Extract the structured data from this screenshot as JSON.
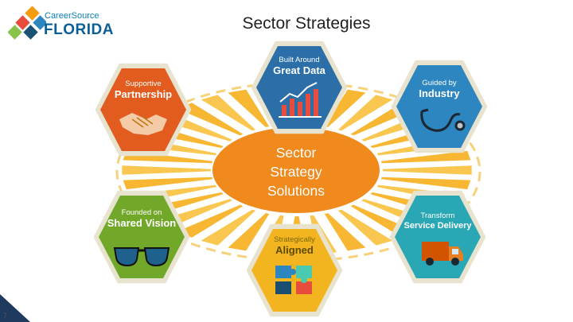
{
  "header": {
    "logo_small": "CareerSource",
    "logo_big": "FLORIDA",
    "title": "Sector Strategies"
  },
  "center": {
    "line1": "Sector",
    "line2": "Strategy",
    "line3": "Solutions"
  },
  "hexagons": {
    "great_data": {
      "top": "Built Around",
      "main": "Great Data",
      "color": "#2c6fa8",
      "icon": "bar-chart-icon"
    },
    "industry": {
      "top": "Guided by",
      "main": "Industry",
      "color": "#2e86c1",
      "icon": "stethoscope-icon"
    },
    "partnership": {
      "top": "Supportive",
      "main": "Partnership",
      "color": "#e15c1e",
      "icon": "handshake-icon"
    },
    "vision": {
      "top": "Founded on",
      "main": "Shared Vision",
      "color": "#72a82a",
      "icon": "sunglasses-icon"
    },
    "aligned": {
      "top": "Strategically",
      "main": "Aligned",
      "color": "#f2b51f",
      "icon": "puzzle-icon"
    },
    "delivery": {
      "top": "Transform",
      "main": "Service Delivery",
      "color": "#2aa7b5",
      "icon": "delivery-truck-icon"
    }
  },
  "footer": {
    "page_number": "7"
  }
}
